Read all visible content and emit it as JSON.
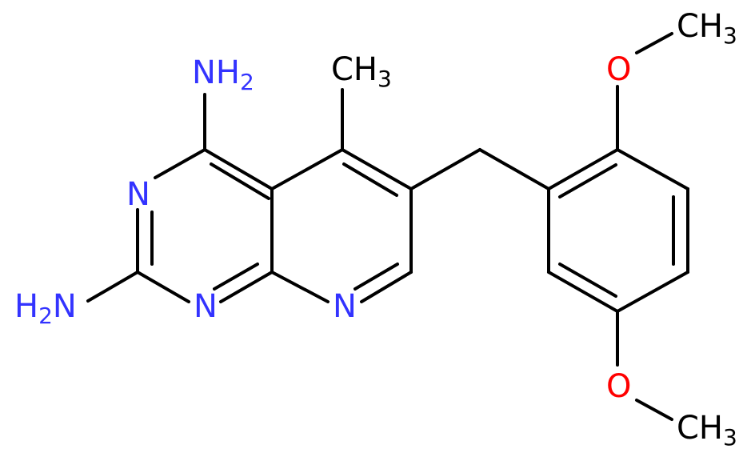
{
  "colors": {
    "nitrogen": "#3333ff",
    "oxygen": "#ff0000",
    "carbon": "#000000",
    "background": "#ffffff"
  },
  "labels": {
    "amine_top": {
      "main": "NH",
      "sub": "2"
    },
    "amine_left": {
      "main": "H",
      "sub": "2",
      "tail": "N"
    },
    "ring_n1": "N",
    "ring_n3": "N",
    "ring_n8": "N",
    "methyl_ring": {
      "main": "CH",
      "sub": "3"
    },
    "oxygen_top": "O",
    "oxygen_bottom": "O",
    "methyl_top": {
      "main": "CH",
      "sub": "3"
    },
    "methyl_bottom": {
      "main": "CH",
      "sub": "3"
    }
  }
}
